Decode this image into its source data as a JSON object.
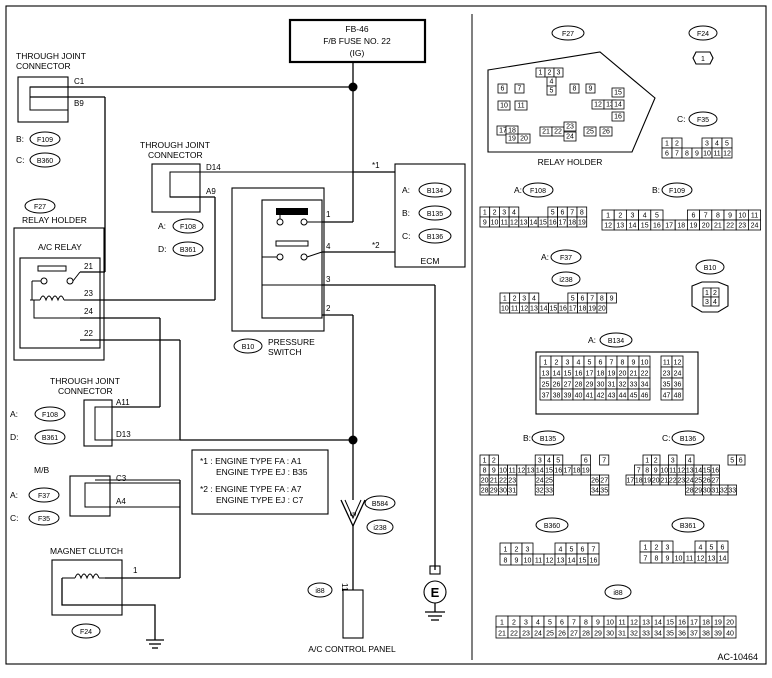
{
  "fuse": {
    "code": "FB-46",
    "name": "F/B FUSE NO. 22",
    "ig": "(IG)"
  },
  "tjc_top": {
    "title1": "THROUGH JOINT",
    "title2": "CONNECTOR",
    "pin_c1": "C1",
    "pin_b9": "B9",
    "b_label": "B:",
    "b_conn": "F109",
    "c_label": "C:",
    "c_conn": "B360"
  },
  "tjc_mid": {
    "title1": "THROUGH JOINT",
    "title2": "CONNECTOR",
    "pin_d14": "D14",
    "pin_a9": "A9",
    "a_label": "A:",
    "a_conn": "F108",
    "d_label": "D:",
    "d_conn": "B361"
  },
  "relay": {
    "conn": "F27",
    "holder": "RELAY HOLDER",
    "name": "A/C RELAY",
    "p21": "21",
    "p23": "23",
    "p24": "24",
    "p22": "22"
  },
  "tjc_low": {
    "title1": "THROUGH JOINT",
    "title2": "CONNECTOR",
    "pin_a11": "A11",
    "pin_d13": "D13",
    "a_label": "A:",
    "a_conn": "F108",
    "d_label": "D:",
    "d_conn": "B361"
  },
  "mb": {
    "title": "M/B",
    "pin_c3": "C3",
    "pin_a4": "A4",
    "a_label": "A:",
    "a_conn": "F37",
    "c_label": "C:",
    "c_conn": "F35"
  },
  "clutch": {
    "title": "MAGNET CLUTCH",
    "pin1": "1",
    "conn": "F24"
  },
  "switch": {
    "conn": "B10",
    "name1": "PRESSURE",
    "name2": "SWITCH",
    "p1": "1",
    "p4": "4",
    "p3": "3",
    "p2": "2"
  },
  "ecm": {
    "title": "ECM",
    "a_label": "A:",
    "a_conn": "B134",
    "b_label": "B:",
    "b_conn": "B135",
    "c_label": "C:",
    "c_conn": "B136",
    "mark1": "*1",
    "mark2": "*2"
  },
  "notes": {
    "n1a": "*1 : ENGINE TYPE FA : A1",
    "n1b": "ENGINE TYPE EJ : B35",
    "n2a": "*2 : ENGINE TYPE FA : A7",
    "n2b": "ENGINE TYPE EJ : C7"
  },
  "lower": {
    "pin5": "5",
    "conn_b584": "B584",
    "conn_i238": "i238",
    "conn_i88": "i88",
    "pin11": "11",
    "panel": "A/C CONTROL PANEL",
    "ground": "E"
  },
  "right": {
    "f27": "F27",
    "relay_holder": "RELAY HOLDER",
    "f24": "F24",
    "f35_label": "C:",
    "f35": "F35",
    "f108_label": "A:",
    "f108": "F108",
    "f109_label": "B:",
    "f109": "F109",
    "f37_label": "A:",
    "f37": "F37",
    "i238": "i238",
    "b10": "B10",
    "b134_label": "A:",
    "b134": "B134",
    "b135_label": "B:",
    "b135": "B135",
    "b136_label": "C:",
    "b136": "B136",
    "b360": "B360",
    "b361": "B361",
    "i88": "i88"
  },
  "footer": {
    "code": "AC-10464"
  }
}
